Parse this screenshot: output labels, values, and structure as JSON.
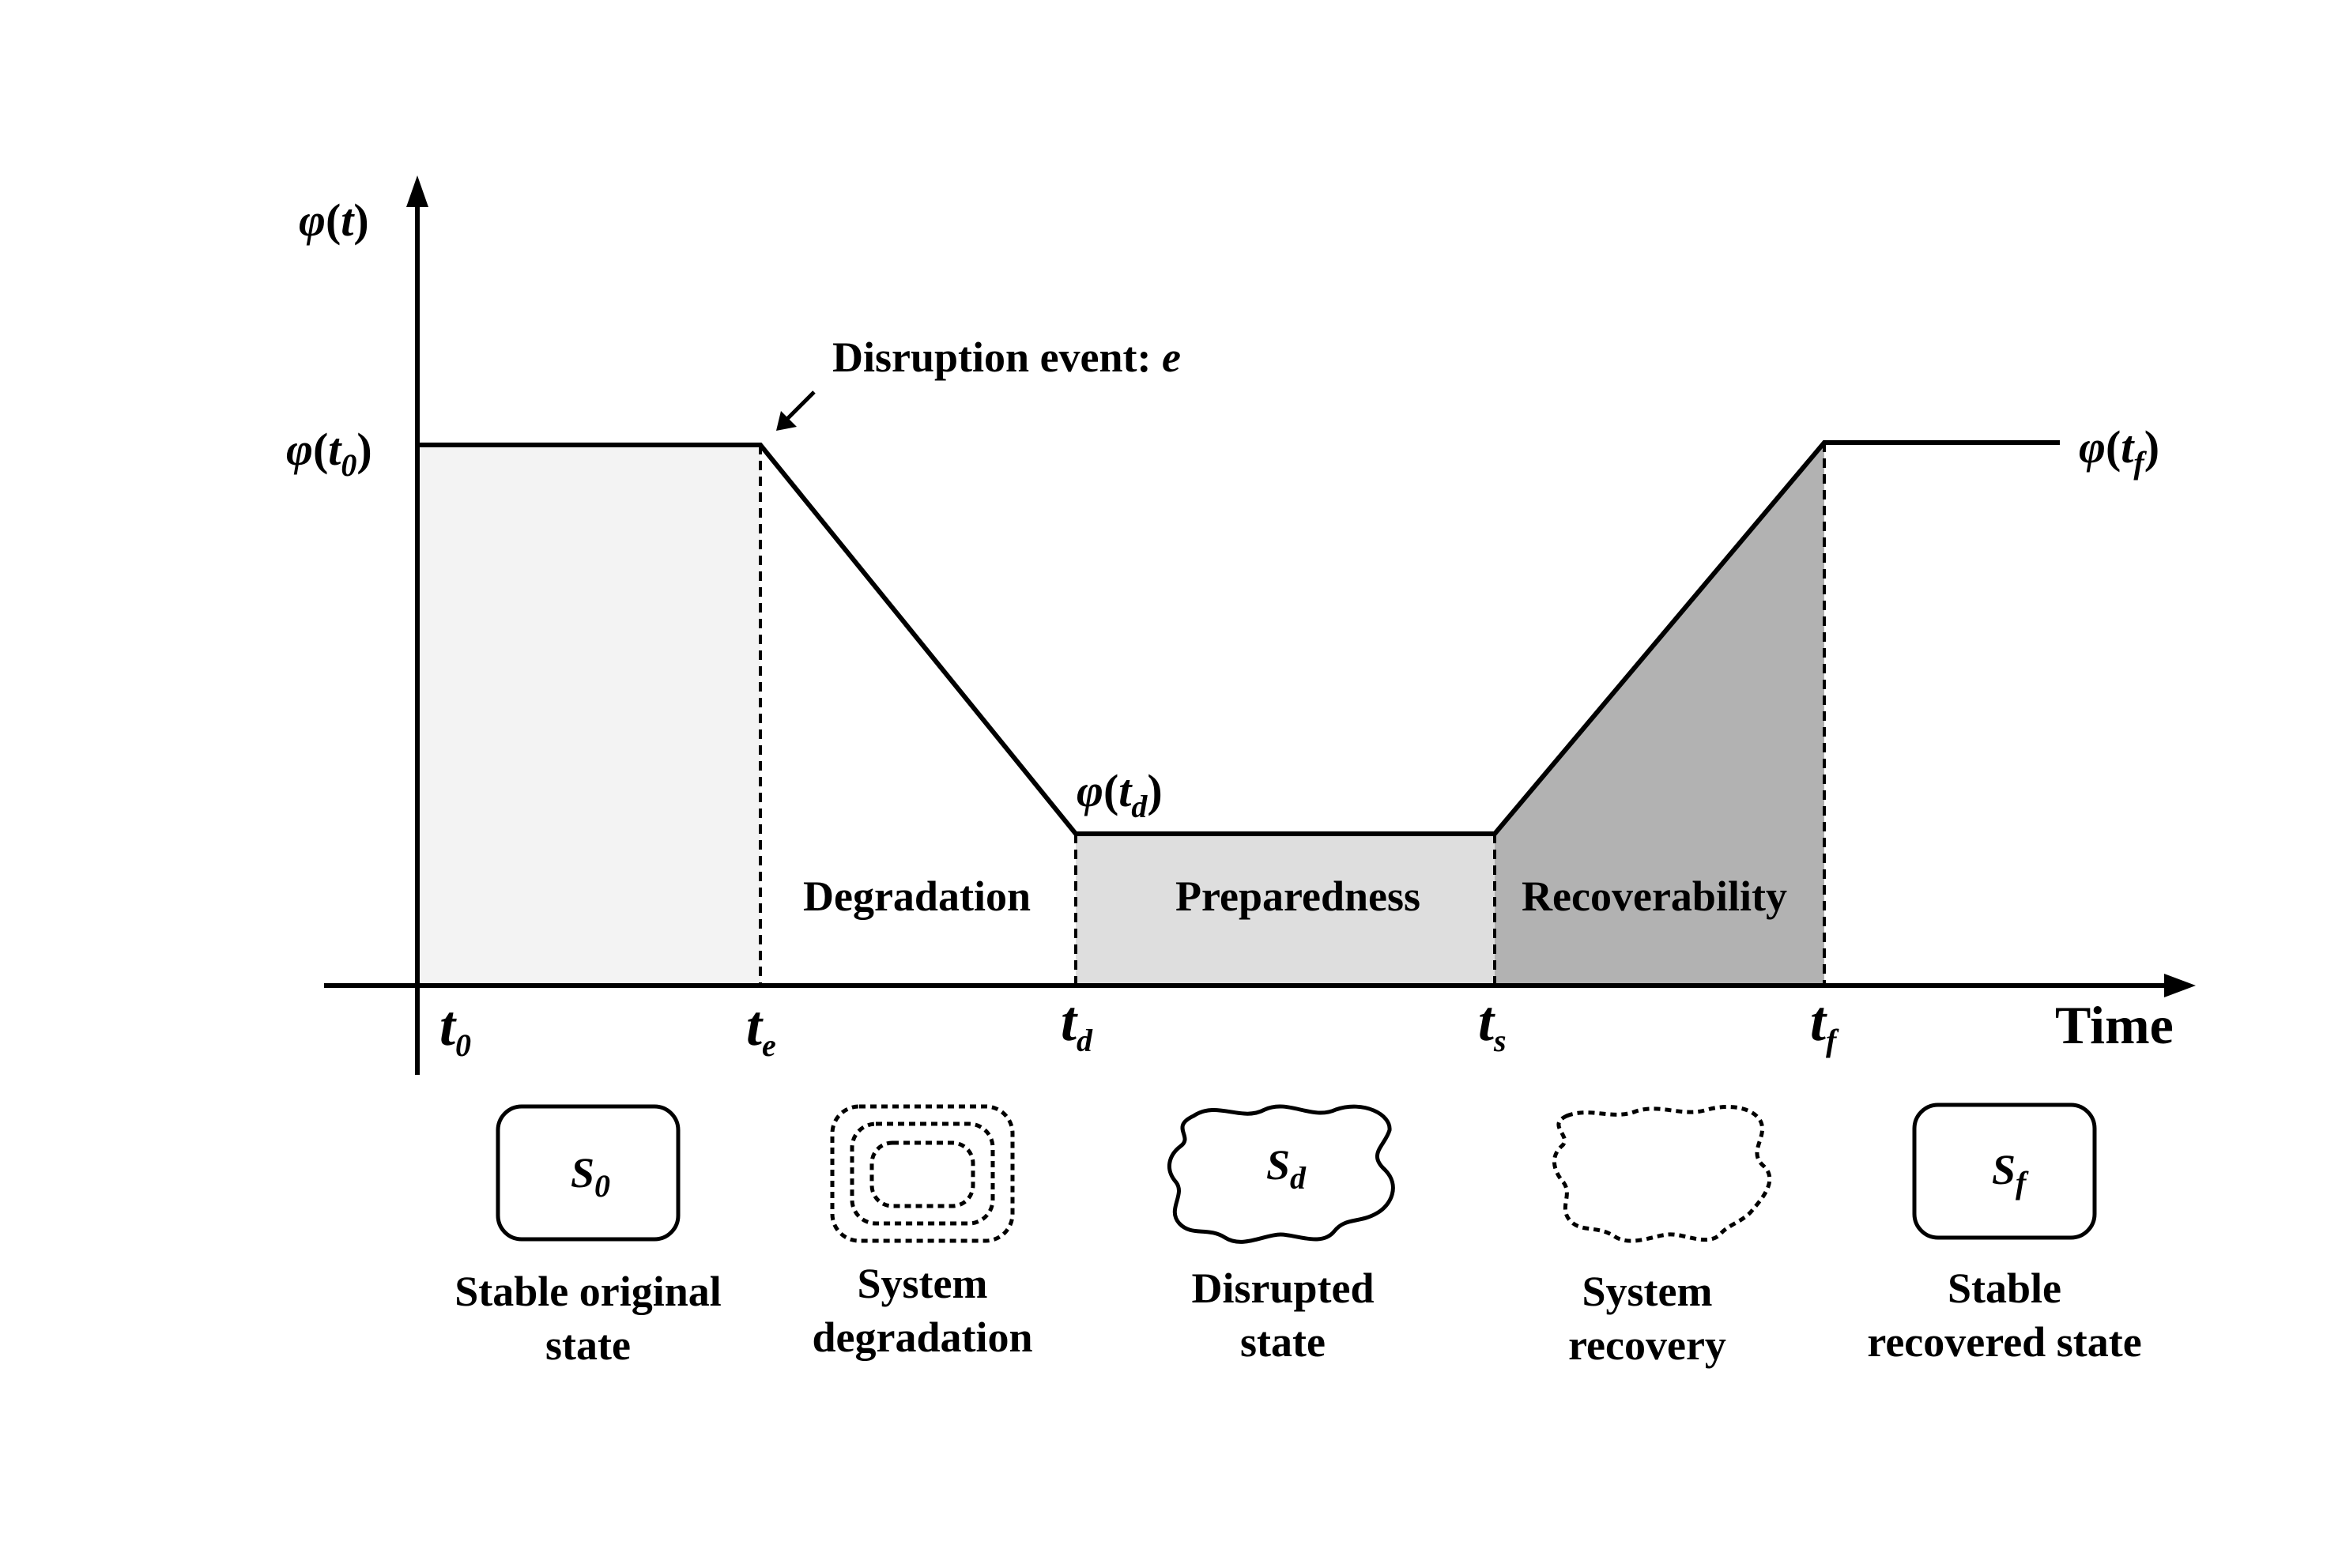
{
  "y_axis_label": {
    "phi": "φ",
    "open": "(",
    "var": "t",
    "close": ")"
  },
  "phi_t0": {
    "phi": "φ",
    "open": "(",
    "t": "t",
    "sub": "0",
    "close": ")"
  },
  "phi_tf": {
    "phi": "φ",
    "open": "(",
    "t": "t",
    "sub": "f",
    "close": ")"
  },
  "phi_td": {
    "phi": "φ",
    "open": "(",
    "t": "t",
    "sub": "d",
    "close": ")"
  },
  "event_label": {
    "text": "Disruption event: ",
    "var": "e"
  },
  "x_axis_label": "Time",
  "time_marks": [
    {
      "t": "t",
      "sub": "0"
    },
    {
      "t": "t",
      "sub": "e"
    },
    {
      "t": "t",
      "sub": "d"
    },
    {
      "t": "t",
      "sub": "s"
    },
    {
      "t": "t",
      "sub": "f"
    }
  ],
  "phases": {
    "degradation": "Degradation",
    "preparedness": "Preparedness",
    "recoverability": "Recoverability"
  },
  "states": [
    {
      "symbol": "S",
      "sub": "0",
      "line1": "Stable original",
      "line2": "state"
    },
    {
      "symbol": "",
      "sub": "",
      "line1": "System",
      "line2": "degradation"
    },
    {
      "symbol": "S",
      "sub": "d",
      "line1": "Disrupted",
      "line2": "state"
    },
    {
      "symbol": "",
      "sub": "",
      "line1": "System",
      "line2": "recovery"
    },
    {
      "symbol": "S",
      "sub": "f",
      "line1": "Stable",
      "line2": "recovered state"
    }
  ],
  "colors": {
    "region_stable": "#f3f3f3",
    "region_preparedness": "#dedede",
    "region_recoverability": "#b2b2b2",
    "line": "#000000"
  }
}
